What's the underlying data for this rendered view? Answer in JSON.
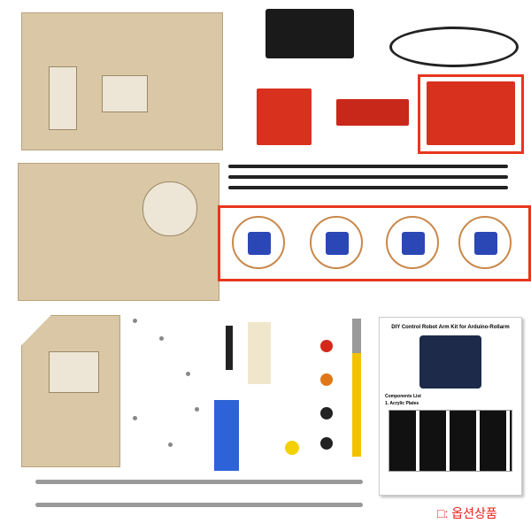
{
  "manual": {
    "title": "DIY Control Robot Arm Kit for Arduino-Rollarm",
    "components_heading": "Components List",
    "section": "1. Acrylic Plates"
  },
  "legend": {
    "label": "□: 옵션상품"
  },
  "colors": {
    "highlight": "#e8361e",
    "plate": "#d9c7a6"
  }
}
